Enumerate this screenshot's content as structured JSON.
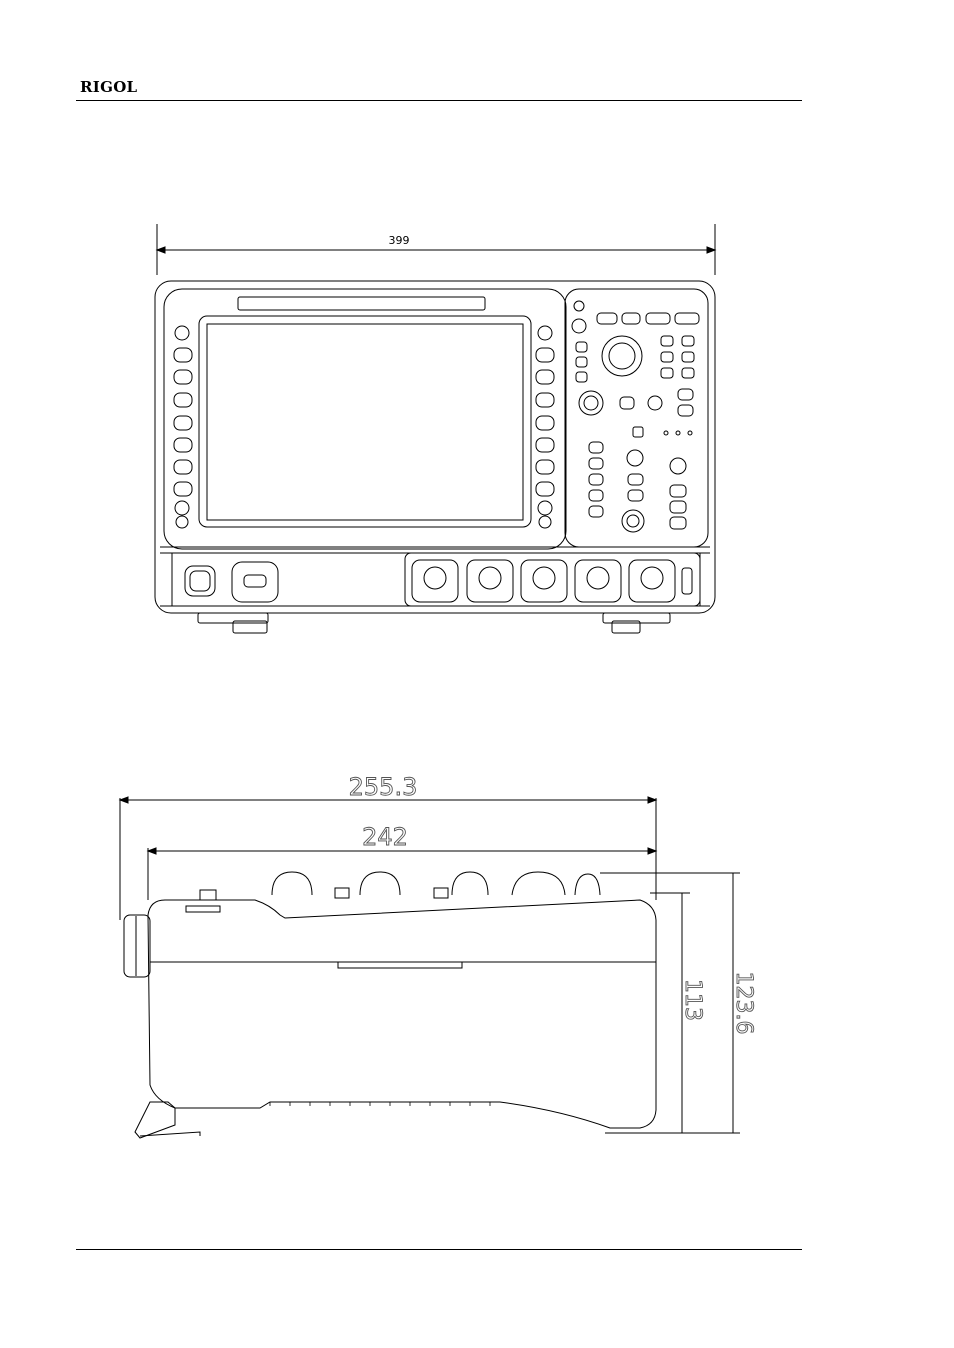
{
  "header": {
    "brand": "RIGOL"
  },
  "front_view": {
    "width_dim": "399"
  },
  "side_view": {
    "overall_depth_dim": "255.3",
    "body_depth_dim": "242",
    "body_height_dim": "113",
    "overall_height_dim": "123.6"
  }
}
